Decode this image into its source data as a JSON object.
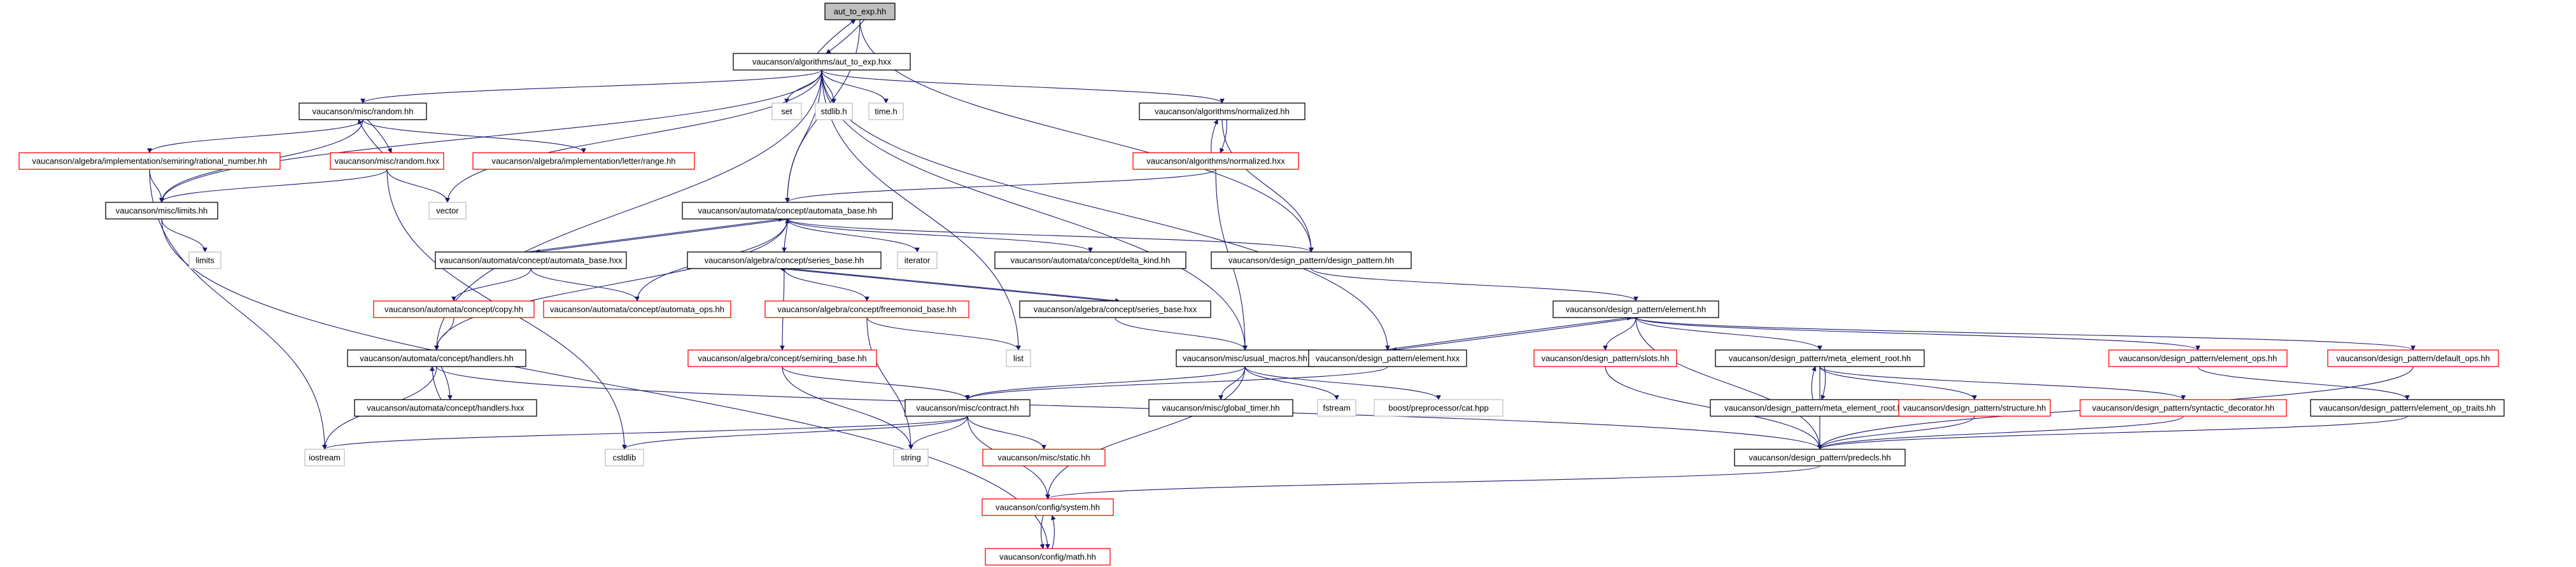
{
  "colors": {
    "edge": "#191970",
    "root_fill": "#bfbfbf",
    "border_black": "#000000",
    "border_red": "#ff0000",
    "border_gray": "#bfbfbf"
  },
  "nodes": {
    "aut_to_exp_hh": {
      "label": "aut_to_exp.hh",
      "style": "root"
    },
    "aut_to_exp_hxx": {
      "label": "vaucanson/algorithms/aut_to_exp.hxx",
      "style": "black"
    },
    "random_hh": {
      "label": "vaucanson/misc/random.hh",
      "style": "black"
    },
    "set": {
      "label": "set",
      "style": "gray"
    },
    "stdlib_h": {
      "label": "stdlib.h",
      "style": "gray"
    },
    "time_h": {
      "label": "time.h",
      "style": "gray"
    },
    "normalized_hh": {
      "label": "vaucanson/algorithms/normalized.hh",
      "style": "black"
    },
    "rational_number_hh": {
      "label": "vaucanson/algebra/implementation/semiring/rational_number.hh",
      "style": "red"
    },
    "random_hxx": {
      "label": "vaucanson/misc/random.hxx",
      "style": "red"
    },
    "letter_range_hh": {
      "label": "vaucanson/algebra/implementation/letter/range.hh",
      "style": "red"
    },
    "normalized_hxx": {
      "label": "vaucanson/algorithms/normalized.hxx",
      "style": "red"
    },
    "limits_hh": {
      "label": "vaucanson/misc/limits.hh",
      "style": "black"
    },
    "vector": {
      "label": "vector",
      "style": "gray"
    },
    "automata_base_hh": {
      "label": "vaucanson/automata/concept/automata_base.hh",
      "style": "black"
    },
    "limits": {
      "label": "limits",
      "style": "gray"
    },
    "automata_base_hxx": {
      "label": "vaucanson/automata/concept/automata_base.hxx",
      "style": "black"
    },
    "series_base_hh": {
      "label": "vaucanson/algebra/concept/series_base.hh",
      "style": "black"
    },
    "iterator": {
      "label": "iterator",
      "style": "gray"
    },
    "delta_kind_hh": {
      "label": "vaucanson/automata/concept/delta_kind.hh",
      "style": "black"
    },
    "design_pattern_hh": {
      "label": "vaucanson/design_pattern/design_pattern.hh",
      "style": "black"
    },
    "copy_hh": {
      "label": "vaucanson/automata/concept/copy.hh",
      "style": "red"
    },
    "automata_ops_hh": {
      "label": "vaucanson/automata/concept/automata_ops.hh",
      "style": "red"
    },
    "freemonoid_base_hh": {
      "label": "vaucanson/algebra/concept/freemonoid_base.hh",
      "style": "red"
    },
    "series_base_hxx": {
      "label": "vaucanson/algebra/concept/series_base.hxx",
      "style": "black"
    },
    "element_hh": {
      "label": "vaucanson/design_pattern/element.hh",
      "style": "black"
    },
    "handlers_hh": {
      "label": "vaucanson/automata/concept/handlers.hh",
      "style": "black"
    },
    "semiring_base_hh": {
      "label": "vaucanson/algebra/concept/semiring_base.hh",
      "style": "red"
    },
    "list": {
      "label": "list",
      "style": "gray"
    },
    "usual_macros_hh": {
      "label": "vaucanson/misc/usual_macros.hh",
      "style": "black"
    },
    "element_hxx": {
      "label": "vaucanson/design_pattern/element.hxx",
      "style": "black"
    },
    "slots_hh": {
      "label": "vaucanson/design_pattern/slots.hh",
      "style": "red"
    },
    "meta_element_root_hh": {
      "label": "vaucanson/design_pattern/meta_element_root.hh",
      "style": "black"
    },
    "element_ops_hh": {
      "label": "vaucanson/design_pattern/element_ops.hh",
      "style": "red"
    },
    "default_ops_hh": {
      "label": "vaucanson/design_pattern/default_ops.hh",
      "style": "red"
    },
    "handlers_hxx": {
      "label": "vaucanson/automata/concept/handlers.hxx",
      "style": "black"
    },
    "contract_hh": {
      "label": "vaucanson/misc/contract.hh",
      "style": "black"
    },
    "global_timer_hh": {
      "label": "vaucanson/misc/global_timer.hh",
      "style": "black"
    },
    "fstream": {
      "label": "fstream",
      "style": "gray"
    },
    "boost_cat_hpp": {
      "label": "boost/preprocessor/cat.hpp",
      "style": "gray"
    },
    "meta_element_root_hxx": {
      "label": "vaucanson/design_pattern/meta_element_root.hxx",
      "style": "black"
    },
    "structure_hh": {
      "label": "vaucanson/design_pattern/structure.hh",
      "style": "red"
    },
    "syntactic_decorator_hh": {
      "label": "vaucanson/design_pattern/syntactic_decorator.hh",
      "style": "red"
    },
    "element_op_traits_hh": {
      "label": "vaucanson/design_pattern/element_op_traits.hh",
      "style": "black"
    },
    "iostream": {
      "label": "iostream",
      "style": "gray"
    },
    "cstdlib": {
      "label": "cstdlib",
      "style": "gray"
    },
    "string": {
      "label": "string",
      "style": "gray"
    },
    "static_hh": {
      "label": "vaucanson/misc/static.hh",
      "style": "red"
    },
    "predecls_hh": {
      "label": "vaucanson/design_pattern/predecls.hh",
      "style": "black"
    },
    "system_hh": {
      "label": "vaucanson/config/system.hh",
      "style": "red"
    },
    "math_hh": {
      "label": "vaucanson/config/math.hh",
      "style": "red"
    }
  },
  "edges": [
    [
      "aut_to_exp_hh",
      "aut_to_exp_hxx"
    ],
    [
      "aut_to_exp_hxx",
      "aut_to_exp_hh"
    ],
    [
      "aut_to_exp_hh",
      "automata_base_hh"
    ],
    [
      "aut_to_exp_hh",
      "design_pattern_hh"
    ],
    [
      "aut_to_exp_hxx",
      "random_hh"
    ],
    [
      "aut_to_exp_hxx",
      "set"
    ],
    [
      "aut_to_exp_hxx",
      "stdlib_h"
    ],
    [
      "aut_to_exp_hxx",
      "time_h"
    ],
    [
      "aut_to_exp_hxx",
      "normalized_hh"
    ],
    [
      "aut_to_exp_hxx",
      "limits_hh"
    ],
    [
      "aut_to_exp_hxx",
      "vector"
    ],
    [
      "aut_to_exp_hxx",
      "automata_base_hh"
    ],
    [
      "aut_to_exp_hxx",
      "handlers_hh"
    ],
    [
      "aut_to_exp_hxx",
      "list"
    ],
    [
      "aut_to_exp_hxx",
      "usual_macros_hh"
    ],
    [
      "aut_to_exp_hxx",
      "element_hxx"
    ],
    [
      "random_hh",
      "random_hxx"
    ],
    [
      "random_hxx",
      "random_hh"
    ],
    [
      "random_hh",
      "rational_number_hh"
    ],
    [
      "random_hh",
      "letter_range_hh"
    ],
    [
      "random_hh",
      "limits_hh"
    ],
    [
      "random_hxx",
      "limits_hh"
    ],
    [
      "random_hxx",
      "vector"
    ],
    [
      "random_hxx",
      "cstdlib"
    ],
    [
      "rational_number_hh",
      "limits_hh"
    ],
    [
      "rational_number_hh",
      "iostream"
    ],
    [
      "normalized_hh",
      "normalized_hxx"
    ],
    [
      "normalized_hxx",
      "normalized_hh"
    ],
    [
      "normalized_hh",
      "design_pattern_hh"
    ],
    [
      "normalized_hxx",
      "automata_base_hh"
    ],
    [
      "normalized_hxx",
      "usual_macros_hh"
    ],
    [
      "limits_hh",
      "limits"
    ],
    [
      "limits_hh",
      "math_hh"
    ],
    [
      "automata_base_hh",
      "automata_base_hxx"
    ],
    [
      "automata_base_hxx",
      "automata_base_hh"
    ],
    [
      "automata_base_hh",
      "series_base_hh"
    ],
    [
      "automata_base_hh",
      "iterator"
    ],
    [
      "automata_base_hh",
      "delta_kind_hh"
    ],
    [
      "automata_base_hh",
      "design_pattern_hh"
    ],
    [
      "automata_base_hh",
      "handlers_hh"
    ],
    [
      "automata_base_hxx",
      "copy_hh"
    ],
    [
      "automata_base_hxx",
      "automata_ops_hh"
    ],
    [
      "automata_ops_hh",
      "automata_base_hh"
    ],
    [
      "copy_hh",
      "handlers_hh"
    ],
    [
      "series_base_hh",
      "series_base_hxx"
    ],
    [
      "series_base_hxx",
      "series_base_hh"
    ],
    [
      "series_base_hh",
      "freemonoid_base_hh"
    ],
    [
      "series_base_hh",
      "semiring_base_hh"
    ],
    [
      "series_base_hxx",
      "usual_macros_hh"
    ],
    [
      "freemonoid_base_hh",
      "list"
    ],
    [
      "freemonoid_base_hh",
      "string"
    ],
    [
      "semiring_base_hh",
      "contract_hh"
    ],
    [
      "semiring_base_hh",
      "string"
    ],
    [
      "design_pattern_hh",
      "element_hh"
    ],
    [
      "element_hh",
      "element_hxx"
    ],
    [
      "element_hxx",
      "element_hh"
    ],
    [
      "element_hh",
      "slots_hh"
    ],
    [
      "element_hh",
      "meta_element_root_hh"
    ],
    [
      "element_hh",
      "element_ops_hh"
    ],
    [
      "element_hh",
      "default_ops_hh"
    ],
    [
      "element_hh",
      "predecls_hh"
    ],
    [
      "element_hxx",
      "contract_hh"
    ],
    [
      "slots_hh",
      "predecls_hh"
    ],
    [
      "meta_element_root_hh",
      "meta_element_root_hxx"
    ],
    [
      "meta_element_root_hxx",
      "meta_element_root_hh"
    ],
    [
      "meta_element_root_hh",
      "structure_hh"
    ],
    [
      "meta_element_root_hh",
      "syntactic_decorator_hh"
    ],
    [
      "meta_element_root_hh",
      "predecls_hh"
    ],
    [
      "structure_hh",
      "predecls_hh"
    ],
    [
      "syntactic_decorator_hh",
      "predecls_hh"
    ],
    [
      "element_ops_hh",
      "element_op_traits_hh"
    ],
    [
      "default_ops_hh",
      "predecls_hh"
    ],
    [
      "element_op_traits_hh",
      "predecls_hh"
    ],
    [
      "handlers_hh",
      "handlers_hxx"
    ],
    [
      "handlers_hxx",
      "handlers_hh"
    ],
    [
      "handlers_hh",
      "iostream"
    ],
    [
      "handlers_hh",
      "predecls_hh"
    ],
    [
      "usual_macros_hh",
      "contract_hh"
    ],
    [
      "usual_macros_hh",
      "global_timer_hh"
    ],
    [
      "usual_macros_hh",
      "fstream"
    ],
    [
      "usual_macros_hh",
      "boost_cat_hpp"
    ],
    [
      "usual_macros_hh",
      "system_hh"
    ],
    [
      "contract_hh",
      "iostream"
    ],
    [
      "contract_hh",
      "cstdlib"
    ],
    [
      "contract_hh",
      "string"
    ],
    [
      "contract_hh",
      "static_hh"
    ],
    [
      "contract_hh",
      "system_hh"
    ],
    [
      "predecls_hh",
      "system_hh"
    ],
    [
      "system_hh",
      "math_hh"
    ],
    [
      "math_hh",
      "system_hh"
    ]
  ]
}
